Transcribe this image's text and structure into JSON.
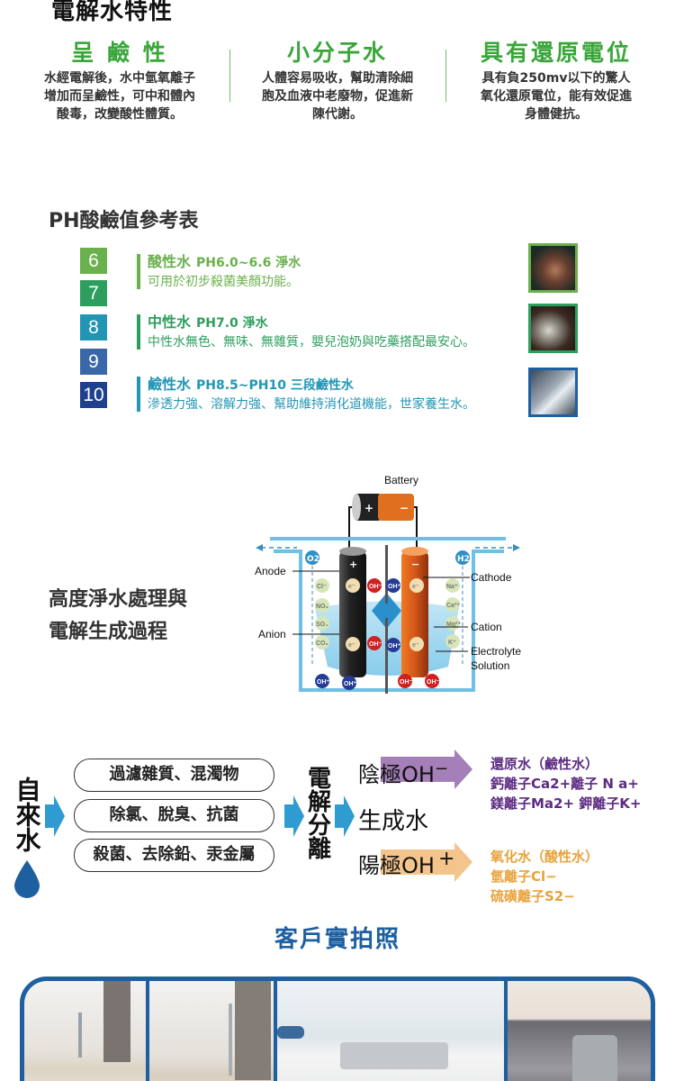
{
  "section1": {
    "title": "電解水特性",
    "features": [
      {
        "title": "呈 鹼 性",
        "desc": [
          "水經電解後，水中氫氧離子",
          "增加而呈鹼性，可中和體內",
          "酸毒，改變酸性體質。"
        ]
      },
      {
        "title": "小分子水",
        "desc": [
          "人體容易吸收，幫助清除細",
          "胞及血液中老廢物，促進新",
          "陳代謝。"
        ]
      },
      {
        "title": "具有還原電位",
        "desc": [
          "具有負250mv以下的驚人",
          "氧化還原電位，能有效促進",
          "身體健抗。"
        ]
      }
    ]
  },
  "ph_table": {
    "title": "PH酸鹼值參考表",
    "scale": [
      {
        "value": "6",
        "color": "#6ab04c"
      },
      {
        "value": "7",
        "color": "#2e9e5e"
      },
      {
        "value": "8",
        "color": "#2295b5"
      },
      {
        "value": "9",
        "color": "#3a67a8"
      },
      {
        "value": "10",
        "color": "#1f3f8f"
      }
    ],
    "items": [
      {
        "name": "酸性水",
        "range": "PH6.0~6.6 淨水",
        "desc": "可用於初步殺菌美顏功能。",
        "color": "#6ab04c",
        "image": "hands-water-photo"
      },
      {
        "name": "中性水",
        "range": "PH7.0 淨水",
        "desc": "中性水無色、無味、無雜質，嬰兒泡奶與吃藥搭配最安心。",
        "color": "#2e9e5e",
        "image": "glass-water-photo"
      },
      {
        "name": "鹼性水",
        "range": "PH8.5~PH10 三段鹼性水",
        "desc": "滲透力強、溶解力強、幫助維持消化道機能，世家養生水。",
        "color": "#2295b5",
        "image": "faucet-photo"
      }
    ]
  },
  "diagram": {
    "title_lines": [
      "高度淨水處理與",
      "電解生成過程"
    ],
    "labels": {
      "battery": "Battery",
      "anode": "Anode",
      "anion": "Anion",
      "cathode": "Cathode",
      "cation": "Cation",
      "electrolyte": "Electrolyte",
      "solution": "Solution",
      "o2": "O2",
      "h2": "H2",
      "plus": "+",
      "minus": "−"
    },
    "anions": [
      "Cl⁻",
      "NO₃",
      "SO₄",
      "CO₃"
    ],
    "cations": [
      "Na⁺",
      "Ca²⁺",
      "Mg²⁺",
      "K⁺"
    ],
    "electron": "e⁻",
    "oh_neg": "OH⁻",
    "oh_pos": "OH⁺"
  },
  "flow": {
    "source": "自來水",
    "steps": [
      "過濾雜質、混濁物",
      "除氯、脫臭、抗菌",
      "殺菌、去除鉛、汞金屬"
    ],
    "process": "電解分離",
    "result": "生成水",
    "cathode": {
      "label": "陰極OH",
      "sup": "−",
      "color": "#a57fb8",
      "text_color": "#5c2a82",
      "lines": [
        "還原水（鹼性水）",
        "鈣離子Ca2+離子 N a+",
        "鎂離子Ma2+  鉀離子K+"
      ]
    },
    "anode": {
      "label": "陽極OH",
      "sup": "+",
      "color": "#f3c58d",
      "text_color": "#e8a23c",
      "lines": [
        "氧化水（酸性水）",
        "氫離子Cl−",
        "硫磺離子S2−"
      ]
    }
  },
  "photos": {
    "title": "客戶實拍照",
    "items": [
      "kitchen-faucet-photo-1",
      "kitchen-faucet-photo-2",
      "sink-faucet-photo",
      "under-sink-unit-photo"
    ]
  }
}
